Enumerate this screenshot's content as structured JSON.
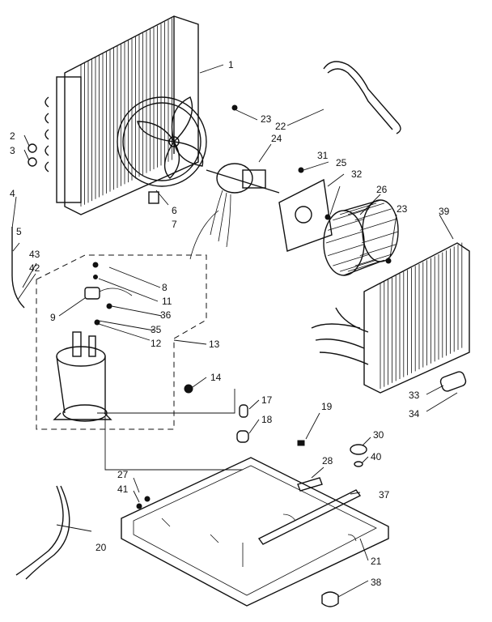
{
  "diagram": {
    "labels": [
      {
        "id": "1"
      },
      {
        "id": "2"
      },
      {
        "id": "3"
      },
      {
        "id": "4"
      },
      {
        "id": "5"
      },
      {
        "id": "6"
      },
      {
        "id": "7"
      },
      {
        "id": "8"
      },
      {
        "id": "9"
      },
      {
        "id": "11"
      },
      {
        "id": "12"
      },
      {
        "id": "13"
      },
      {
        "id": "14"
      },
      {
        "id": "17"
      },
      {
        "id": "18"
      },
      {
        "id": "19"
      },
      {
        "id": "20"
      },
      {
        "id": "21"
      },
      {
        "id": "22"
      },
      {
        "id": "23"
      },
      {
        "id": "23"
      },
      {
        "id": "24"
      },
      {
        "id": "25"
      },
      {
        "id": "26"
      },
      {
        "id": "27"
      },
      {
        "id": "28"
      },
      {
        "id": "30"
      },
      {
        "id": "31"
      },
      {
        "id": "32"
      },
      {
        "id": "33"
      },
      {
        "id": "34"
      },
      {
        "id": "35"
      },
      {
        "id": "36"
      },
      {
        "id": "37"
      },
      {
        "id": "38"
      },
      {
        "id": "39"
      },
      {
        "id": "40"
      },
      {
        "id": "41"
      },
      {
        "id": "42"
      },
      {
        "id": "43"
      }
    ]
  }
}
